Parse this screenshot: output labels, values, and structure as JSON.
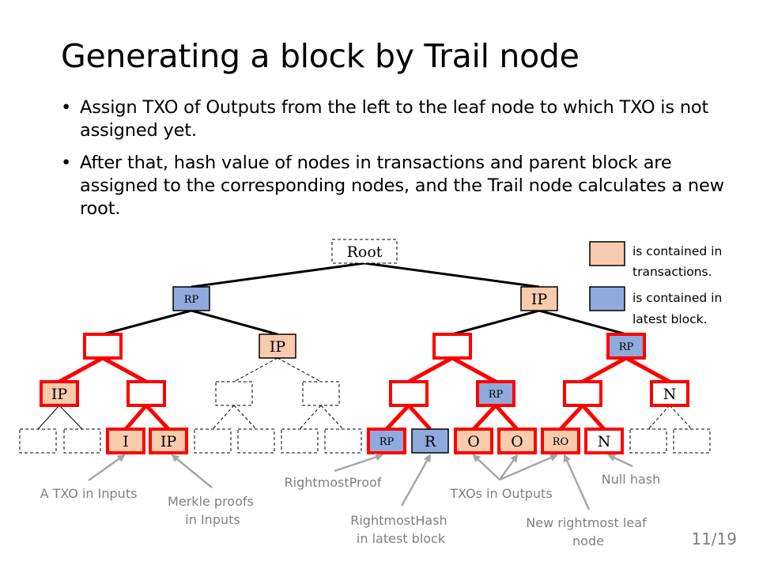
{
  "title": "Generating a block by Trail node",
  "bullets": [
    "Assign TXO of Outputs from the left to the leaf node to which TXO is not assigned yet.",
    "After that, hash value of nodes in transactions and parent block are assigned to the corresponding nodes, and the Trail node calculates a new root."
  ],
  "bullet_symbol": "•",
  "colors": {
    "tx_fill": "#f8cbad",
    "block_fill": "#8faadc",
    "red": "#ff0000",
    "annotation_gray": "#7f7f7f"
  },
  "tree": {
    "root": "Root",
    "l1": [
      "RP",
      "IP"
    ],
    "l2": [
      "",
      "IP",
      "",
      "RP"
    ],
    "l3": [
      "IP",
      "",
      "",
      "",
      "",
      "RP",
      "",
      "N"
    ],
    "leaves": [
      "",
      "",
      "I",
      "IP",
      "",
      "",
      "",
      "",
      "RP",
      "R",
      "O",
      "O",
      "RO",
      "N",
      "",
      ""
    ]
  },
  "legend": [
    {
      "label_lines": [
        "is contained in",
        "transactions."
      ],
      "kind": "transactions"
    },
    {
      "label_lines": [
        "is contained in",
        "latest block."
      ],
      "kind": "block"
    }
  ],
  "annotations": {
    "txo_inputs": "A TXO in Inputs",
    "merkle_proofs": [
      "Merkle proofs",
      "in Inputs"
    ],
    "rightmost_proof": "RightmostProof",
    "rightmost_hash": [
      "RightmostHash",
      "in latest block"
    ],
    "txos_outputs": "TXOs in Outputs",
    "new_rightmost_leaf": [
      "New rightmost leaf",
      "node"
    ],
    "null_hash": "Null hash"
  },
  "page_number": "11/19"
}
